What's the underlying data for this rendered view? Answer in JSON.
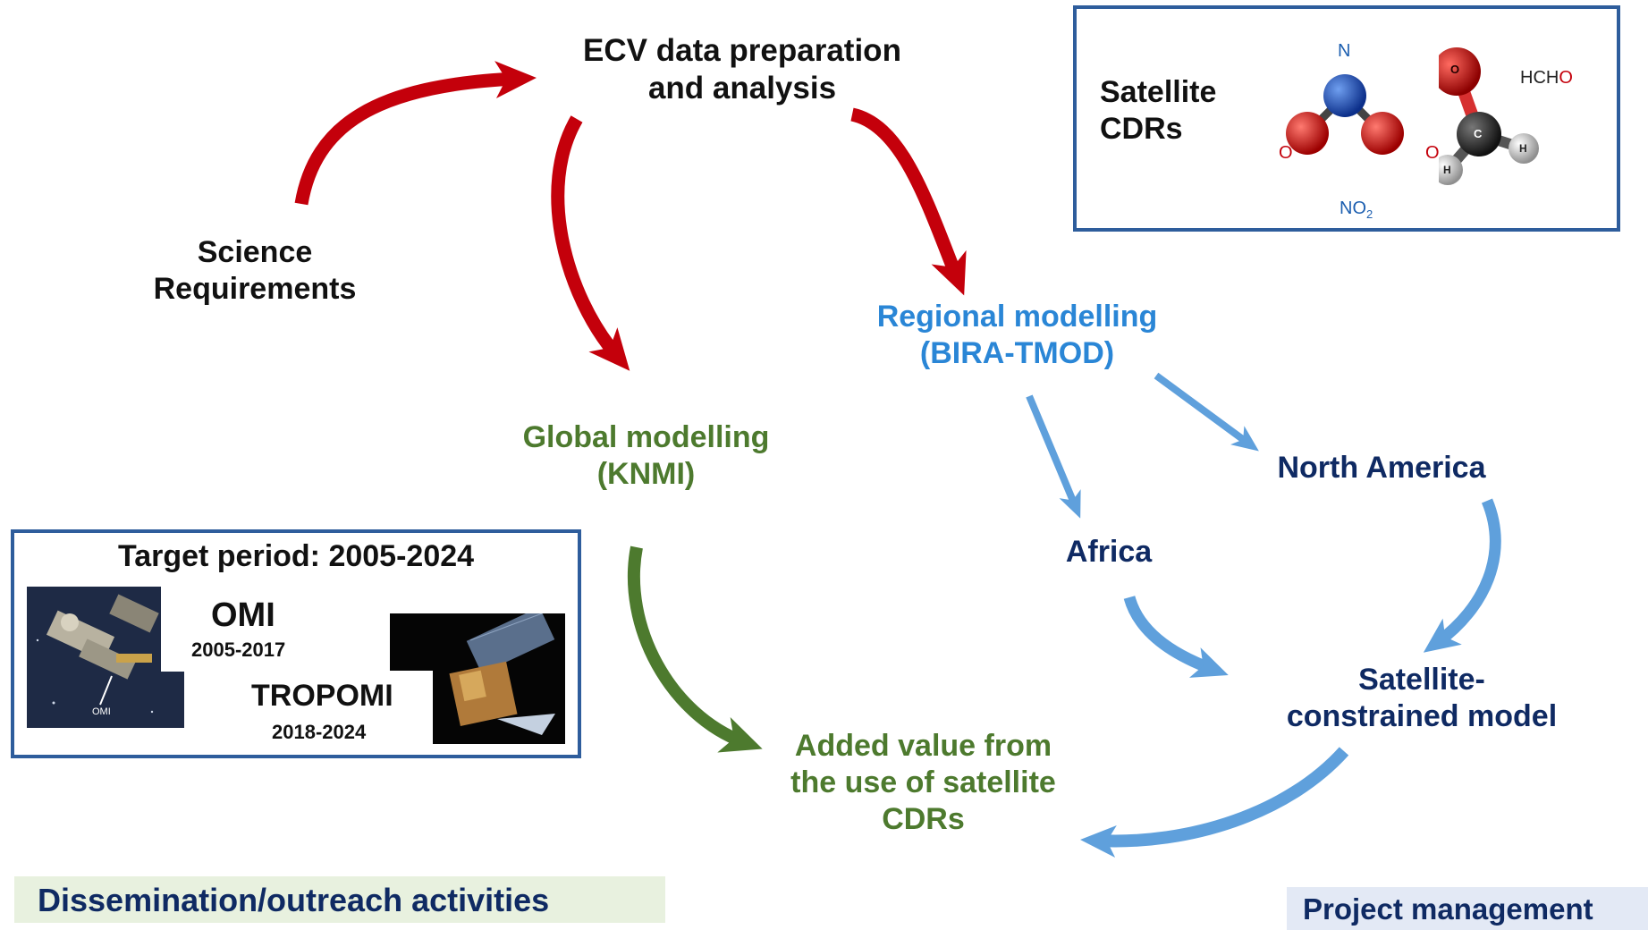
{
  "nodes": {
    "ecv": [
      "ECV data preparation",
      "and analysis"
    ],
    "science": [
      "Science",
      "Requirements"
    ],
    "regional": [
      "Regional modelling",
      "(BIRA-TMOD)"
    ],
    "global": [
      "Global modelling",
      "(KNMI)"
    ],
    "north_america": "North America",
    "africa": "Africa",
    "constrained": [
      "Satellite-",
      "constrained model"
    ],
    "added_value": [
      "Added value from",
      "the use of satellite",
      "CDRs"
    ]
  },
  "satellite_box": {
    "title": [
      "Satellite",
      "CDRs"
    ],
    "no2": {
      "n": "N",
      "o": "O",
      "label": "NO",
      "sub": "2"
    },
    "hcho": {
      "label_black": "HCH",
      "label_red": "O",
      "o": "O",
      "c": "C",
      "h": "H"
    }
  },
  "target_box": {
    "title": "Target period: 2005-2024",
    "omi": {
      "name": "OMI",
      "years": "2005-2017",
      "img_label": "OMI"
    },
    "tropomi": {
      "name": "TROPOMI",
      "years": "2018-2024"
    }
  },
  "bands": {
    "dissemination": "Dissemination/outreach activities",
    "management": "Project management"
  },
  "colors": {
    "red": "#c4000b",
    "green": "#4d7a2e",
    "light_blue": "#5fa0dc",
    "dark_blue": "#0f2a63",
    "box_border": "#2e5d9c"
  }
}
